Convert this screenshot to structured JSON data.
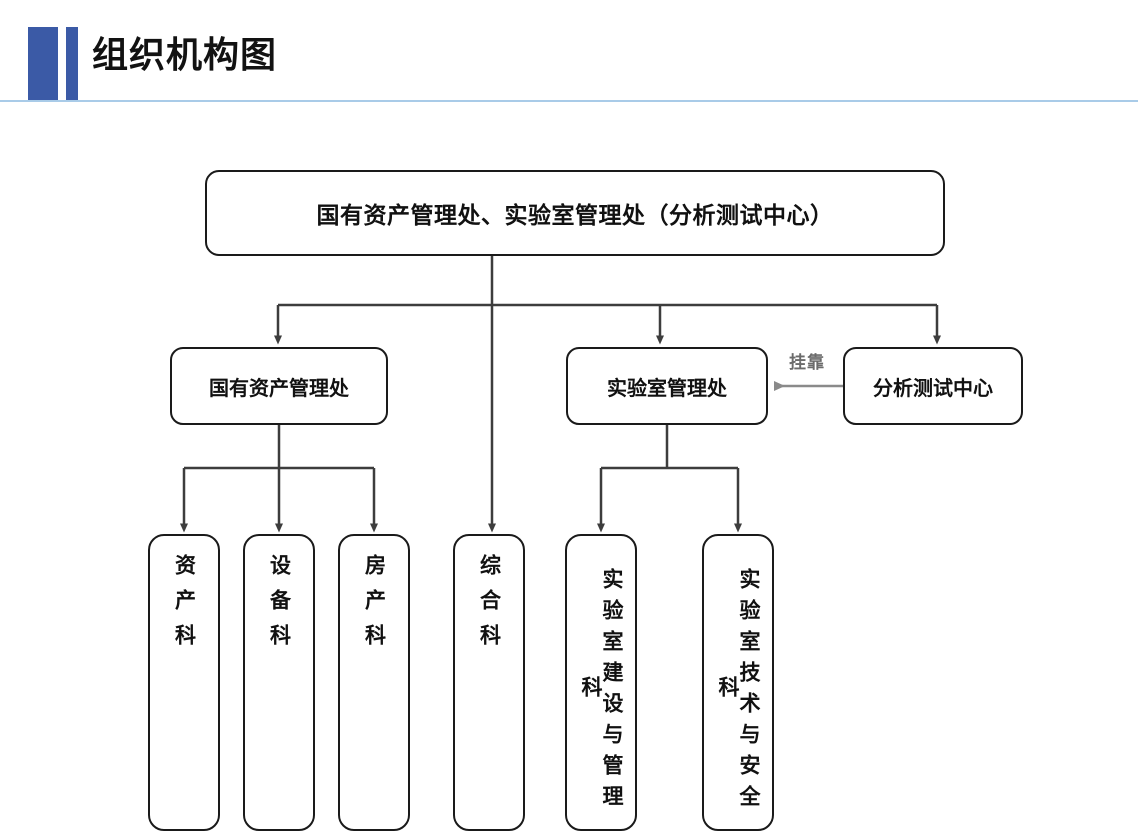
{
  "header": {
    "title": "组织机构图",
    "accent_color": "#3b5aa6",
    "rule_color": "#a9cbe8"
  },
  "chart_data": {
    "type": "diagram",
    "diagram_kind": "organization-chart",
    "title": "组织机构图",
    "orientation": "top-down",
    "line_color": "#3d3d3d",
    "box_border_color": "#1a1a1a",
    "box_fill": "#ffffff",
    "annotation_color": "#6b6b6b",
    "nodes": [
      {
        "id": "root",
        "label": "国有资产管理处、实验室管理处（分析测试中心）",
        "level": 0,
        "orientation": "horizontal"
      },
      {
        "id": "gzc",
        "label": "国有资产管理处",
        "level": 1,
        "orientation": "horizontal",
        "parent": "root"
      },
      {
        "id": "syszc",
        "label": "实验室管理处",
        "level": 1,
        "orientation": "horizontal",
        "parent": "root"
      },
      {
        "id": "zhk",
        "label": "综合科",
        "level": 1,
        "orientation": "vertical",
        "parent": "root"
      },
      {
        "id": "fxcs",
        "label": "分析测试中心",
        "level": 1,
        "orientation": "horizontal",
        "parent": "root"
      },
      {
        "id": "zck",
        "label": "资产科",
        "level": 2,
        "orientation": "vertical",
        "parent": "gzc"
      },
      {
        "id": "sbk",
        "label": "设备科",
        "level": 2,
        "orientation": "vertical",
        "parent": "gzc"
      },
      {
        "id": "fck",
        "label": "房产科",
        "level": 2,
        "orientation": "vertical",
        "parent": "gzc"
      },
      {
        "id": "sysjs",
        "label": "实验室建设与管理科",
        "level": 2,
        "orientation": "vertical",
        "parent": "syszc"
      },
      {
        "id": "sysaq",
        "label": "实验室技术与安全科",
        "level": 2,
        "orientation": "vertical",
        "parent": "syszc"
      }
    ],
    "edges": [
      {
        "from": "root",
        "to": "gzc",
        "style": "elbow-arrow"
      },
      {
        "from": "root",
        "to": "syszc",
        "style": "elbow-arrow"
      },
      {
        "from": "root",
        "to": "zhk",
        "style": "straight-arrow"
      },
      {
        "from": "root",
        "to": "fxcs",
        "style": "elbow-arrow"
      },
      {
        "from": "gzc",
        "to": "zck",
        "style": "elbow-arrow"
      },
      {
        "from": "gzc",
        "to": "sbk",
        "style": "elbow-arrow"
      },
      {
        "from": "gzc",
        "to": "fck",
        "style": "elbow-arrow"
      },
      {
        "from": "syszc",
        "to": "sysjs",
        "style": "elbow-arrow"
      },
      {
        "from": "syszc",
        "to": "sysaq",
        "style": "elbow-arrow"
      },
      {
        "from": "fxcs",
        "to": "syszc",
        "style": "gray-arrow-left",
        "label": "挂靠"
      }
    ],
    "annotations": [
      {
        "text": "挂靠",
        "between": [
          "分析测试中心",
          "实验室管理处"
        ]
      }
    ]
  },
  "nodes": {
    "root": "国有资产管理处、实验室管理处（分析测试中心）",
    "gzc": "国有资产管理处",
    "syszc": "实验室管理处",
    "fxcs": "分析测试中心",
    "leaf1": "资产科",
    "leaf2": "设备科",
    "leaf3": "房产科",
    "leaf4": "综合科",
    "leaf5": "实验室建设与管理科",
    "leaf6": "实验室技术与安全科"
  },
  "labels": {
    "attach": "挂靠"
  }
}
